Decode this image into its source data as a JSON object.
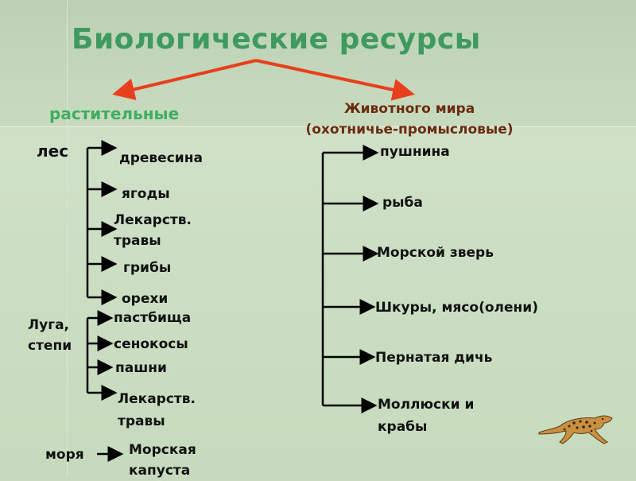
{
  "title": "Биологические ресурсы",
  "branches": {
    "plant": "растительные",
    "animal_line1": "Животного мира",
    "animal_line2": "(охотничье-промысловые)"
  },
  "plant_groups": {
    "forest": {
      "label": "лес",
      "items": [
        "древесина",
        "ягоды",
        "Лекарств. травы",
        "грибы",
        "орехи"
      ]
    },
    "meadows": {
      "label_line1": "Луга,",
      "label_line2": "степи",
      "items": [
        "пастбища",
        "сенокосы",
        "пашни",
        "Лекарств. травы"
      ]
    },
    "seas": {
      "label": "моря",
      "item_line1": "Морская",
      "item_line2": "капуста"
    }
  },
  "animal_items": [
    "пушнина",
    "рыба",
    "Морской зверь",
    "Шкуры, мясо(олени)",
    "Пернатая дичь",
    "Моллюски и крабы"
  ],
  "colors": {
    "title": "#3e9a5e",
    "plant": "#3fae62",
    "animal": "#6b2b10",
    "red_arrow": "#e8401c"
  },
  "icons": [
    "leopard-icon"
  ]
}
